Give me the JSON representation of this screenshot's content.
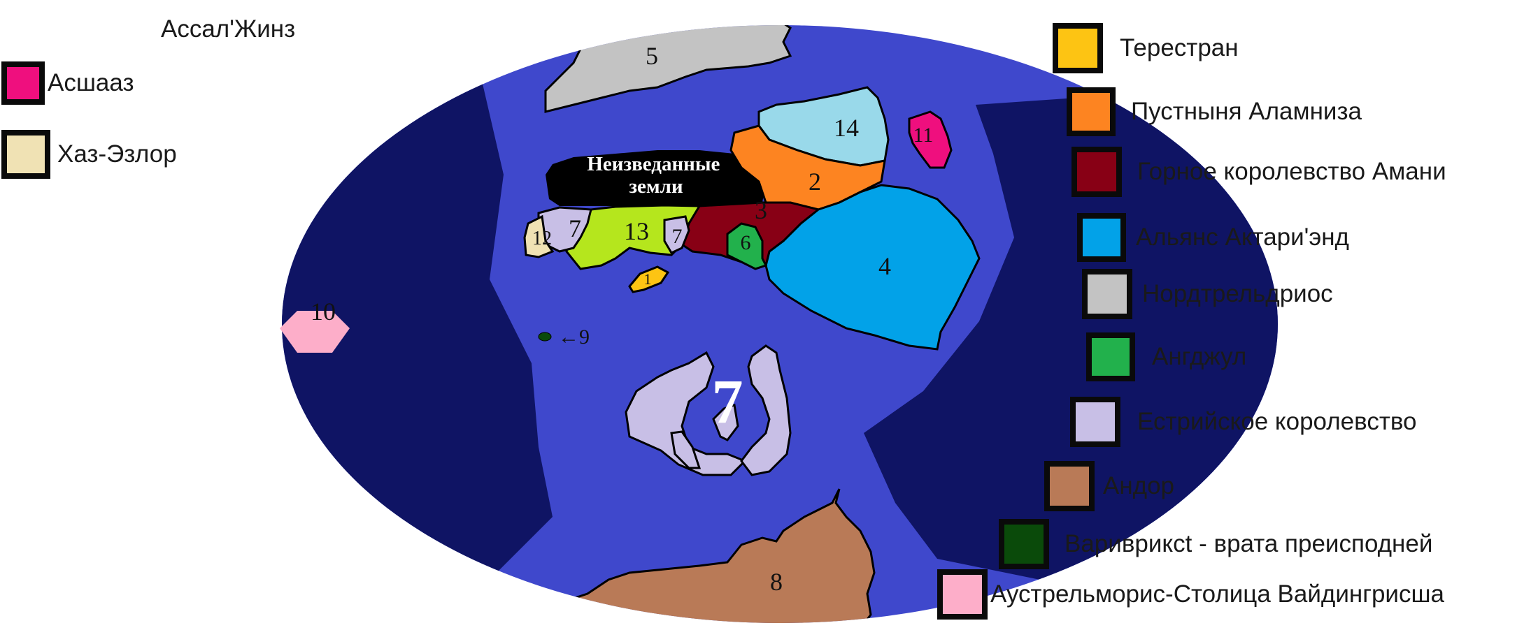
{
  "map": {
    "unknown_lands_label": "Неизведанные земли",
    "region_numbers": {
      "r1": "1",
      "r2": "2",
      "r3": "3",
      "r4": "4",
      "r5": "5",
      "r6": "6",
      "r7_west": "7",
      "r7_small": "7",
      "r7_island": "7",
      "r8": "8",
      "r9": "←9",
      "r10": "10",
      "r11": "11",
      "r12": "12",
      "r13": "13",
      "r14": "14"
    }
  },
  "legend_left": {
    "title": "Ассал'Жинз",
    "items": [
      {
        "label": "Асшааз",
        "color": "#ef0f7e"
      },
      {
        "label": "Хаз-Эзлор",
        "color": "#f0e2b4"
      }
    ]
  },
  "legend_right": {
    "items": [
      {
        "label": "Терестран",
        "color": "#fdc413"
      },
      {
        "label": "Пустныня Аламниза",
        "color": "#fd8421"
      },
      {
        "label": "Горное королевство Амани",
        "color": "#880015"
      },
      {
        "label": "Альянс Актари'энд",
        "color": "#02a2e8"
      },
      {
        "label": "Нордтрельдриос",
        "color": "#c3c3c3"
      },
      {
        "label": "Ангджул",
        "color": "#22b14c"
      },
      {
        "label": "Естрийское королевство",
        "color": "#c8bfe6"
      },
      {
        "label": "Андор",
        "color": "#b97a57"
      },
      {
        "label": "Варивриксt - врата преисподней",
        "color": "#0a4a0a"
      },
      {
        "label": "Аустрельморис-Столица Вайдингрисша",
        "color": "#fdaec9"
      }
    ]
  }
}
